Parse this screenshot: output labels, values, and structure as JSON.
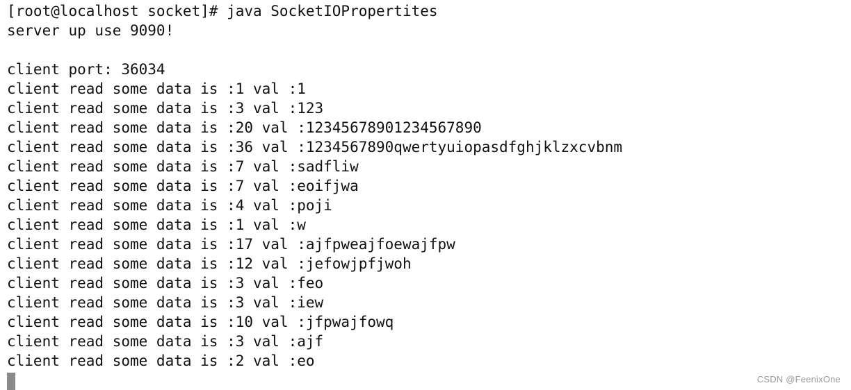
{
  "terminal": {
    "prompt": "[root@localhost socket]# java SocketIOPropertites",
    "lines": [
      "server up use 9090!",
      "",
      "client port: 36034",
      "client read some data is :1 val :1",
      "client read some data is :3 val :123",
      "client read some data is :20 val :12345678901234567890",
      "client read some data is :36 val :1234567890qwertyuiopasdfghjklzxcvbnm",
      "client read some data is :7 val :sadfliw",
      "client read some data is :7 val :eoifjwa",
      "client read some data is :4 val :poji",
      "client read some data is :1 val :w",
      "client read some data is :17 val :ajfpweajfoewajfpw",
      "client read some data is :12 val :jefowjpfjwoh",
      "client read some data is :3 val :feo",
      "client read some data is :3 val :iew",
      "client read some data is :10 val :jfpwajfowq",
      "client read some data is :3 val :ajf",
      "client read some data is :2 val :eo"
    ]
  },
  "watermark": "CSDN @FeenixOne"
}
